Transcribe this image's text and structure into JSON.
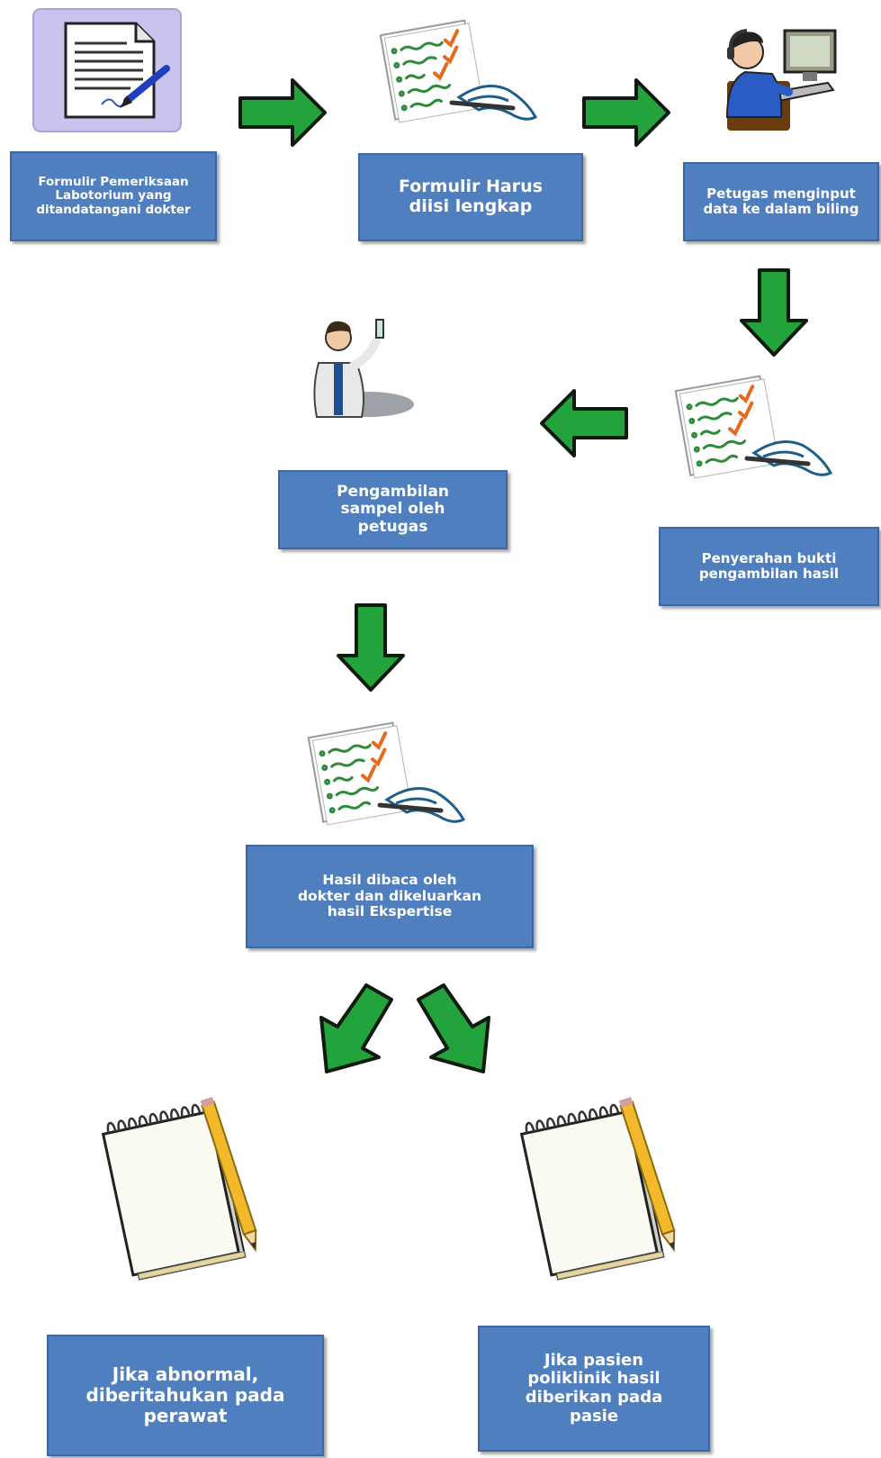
{
  "steps": {
    "s1": "Formulir Pemeriksaan Labotorium yang ditandatangani dokter",
    "s2": "Formulir Harus diisi lengkap",
    "s3": "Petugas menginput data ke dalam biling",
    "s4": "Penyerahan bukti pengambilan hasil",
    "s5": "Pengambilan sampel oleh petugas",
    "s6": "Hasil dibaca oleh dokter dan dikeluarkan hasil Ekspertise",
    "s7": "Jika abnormal, diberitahukan pada perawat",
    "s8": "Jika pasien poliklinik hasil diberikan pada pasie"
  },
  "icons": [
    "document-pen-icon",
    "checklist-icon",
    "computer-operator-icon",
    "lab-technician-icon",
    "notepad-pencil-icon"
  ],
  "colors": {
    "box": "#4f7fbf",
    "arrow": "#22a33b",
    "arrow_outline": "#0f1a10"
  }
}
